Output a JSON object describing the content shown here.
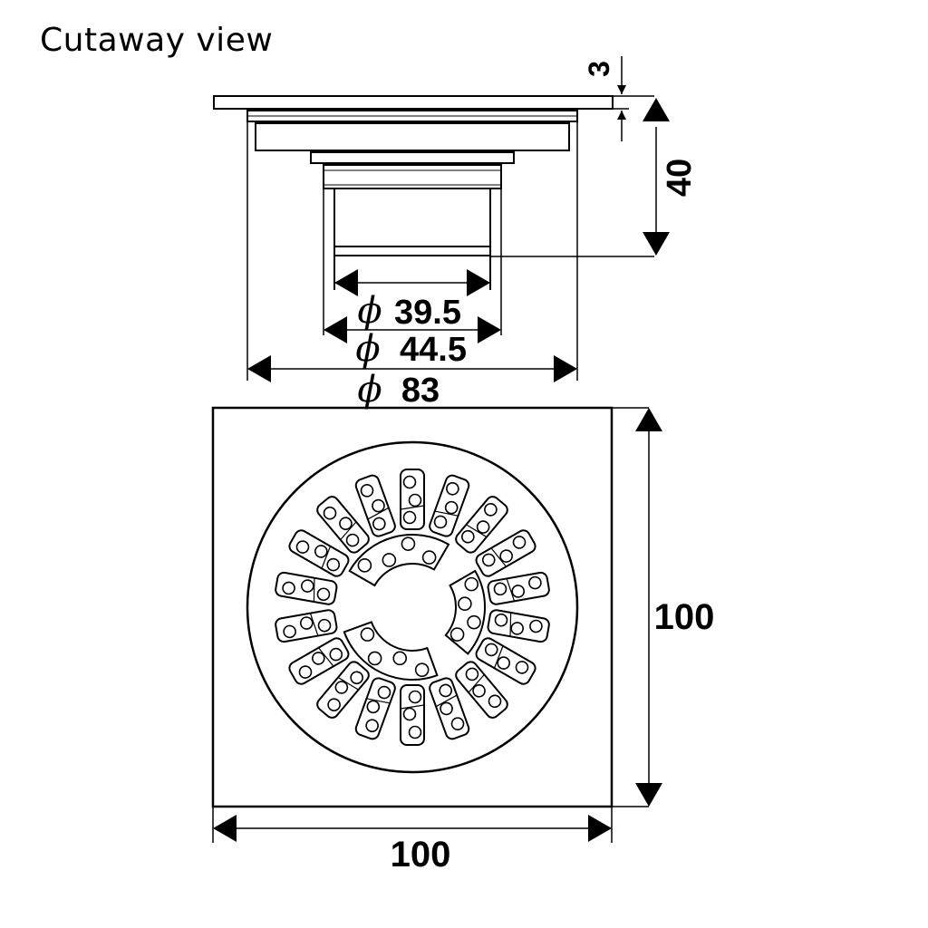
{
  "title": "Cutaway view",
  "dimensions": {
    "flange_thickness": "3",
    "body_height": "40",
    "inner_diameter": "39.5",
    "outer_diameter": "44.5",
    "flange_diameter": "83",
    "grate_height": "100",
    "grate_width": "100",
    "diameter_symbol": "ϕ"
  },
  "colors": {
    "line": "#000000",
    "background": "#ffffff"
  }
}
